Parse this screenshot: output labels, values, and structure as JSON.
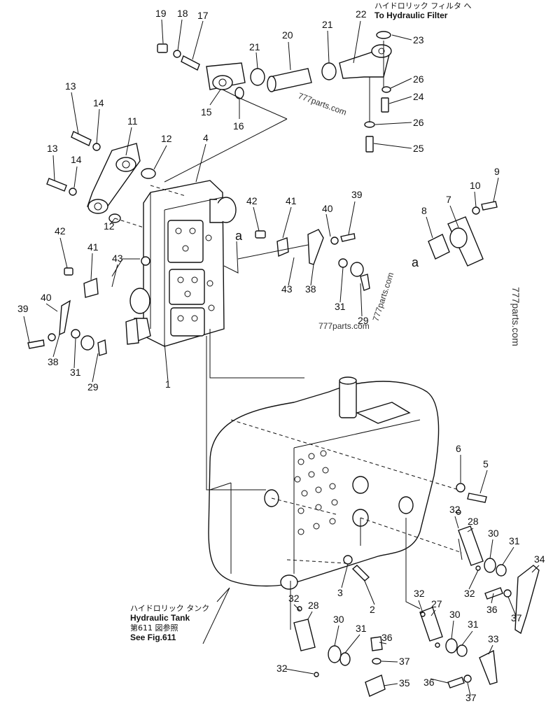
{
  "callouts": [
    {
      "id": "c19",
      "text": "19"
    },
    {
      "id": "c18",
      "text": "18"
    },
    {
      "id": "c17",
      "text": "17"
    },
    {
      "id": "c15",
      "text": "15"
    },
    {
      "id": "c16",
      "text": "16"
    },
    {
      "id": "c21a",
      "text": "21"
    },
    {
      "id": "c20",
      "text": "20"
    },
    {
      "id": "c21b",
      "text": "21"
    },
    {
      "id": "c22",
      "text": "22"
    },
    {
      "id": "c23",
      "text": "23"
    },
    {
      "id": "c26a",
      "text": "26"
    },
    {
      "id": "c24",
      "text": "24"
    },
    {
      "id": "c26b",
      "text": "26"
    },
    {
      "id": "c25",
      "text": "25"
    },
    {
      "id": "c13a",
      "text": "13"
    },
    {
      "id": "c14a",
      "text": "14"
    },
    {
      "id": "c11",
      "text": "11"
    },
    {
      "id": "c12a",
      "text": "12"
    },
    {
      "id": "c4",
      "text": "4"
    },
    {
      "id": "c13b",
      "text": "13"
    },
    {
      "id": "c14b",
      "text": "14"
    },
    {
      "id": "c12b",
      "text": "12"
    },
    {
      "id": "c9",
      "text": "9"
    },
    {
      "id": "c10",
      "text": "10"
    },
    {
      "id": "c7",
      "text": "7"
    },
    {
      "id": "c8",
      "text": "8"
    },
    {
      "id": "ca1",
      "text": "a"
    },
    {
      "id": "ca2",
      "text": "a"
    },
    {
      "id": "c42a",
      "text": "42"
    },
    {
      "id": "c41a",
      "text": "41"
    },
    {
      "id": "c40a",
      "text": "40"
    },
    {
      "id": "c39a",
      "text": "39"
    },
    {
      "id": "c43a",
      "text": "43"
    },
    {
      "id": "c38a",
      "text": "38"
    },
    {
      "id": "c31a",
      "text": "31"
    },
    {
      "id": "c29a",
      "text": "29"
    },
    {
      "id": "c42b",
      "text": "42"
    },
    {
      "id": "c41b",
      "text": "41"
    },
    {
      "id": "c43b",
      "text": "43"
    },
    {
      "id": "c40b",
      "text": "40"
    },
    {
      "id": "c39b",
      "text": "39"
    },
    {
      "id": "c38b",
      "text": "38"
    },
    {
      "id": "c31b",
      "text": "31"
    },
    {
      "id": "c29b",
      "text": "29"
    },
    {
      "id": "c1",
      "text": "1"
    },
    {
      "id": "c6",
      "text": "6"
    },
    {
      "id": "c5",
      "text": "5"
    },
    {
      "id": "c32a",
      "text": "32"
    },
    {
      "id": "c28a",
      "text": "28"
    },
    {
      "id": "c30a",
      "text": "30"
    },
    {
      "id": "c31c",
      "text": "31"
    },
    {
      "id": "c34",
      "text": "34"
    },
    {
      "id": "c32b",
      "text": "32"
    },
    {
      "id": "c36a",
      "text": "36"
    },
    {
      "id": "c37a",
      "text": "37"
    },
    {
      "id": "c3",
      "text": "3"
    },
    {
      "id": "c2",
      "text": "2"
    },
    {
      "id": "c32c",
      "text": "32"
    },
    {
      "id": "c28b",
      "text": "28"
    },
    {
      "id": "c30b",
      "text": "30"
    },
    {
      "id": "c31d",
      "text": "31"
    },
    {
      "id": "c32d",
      "text": "32"
    },
    {
      "id": "c27",
      "text": "27"
    },
    {
      "id": "c30c",
      "text": "30"
    },
    {
      "id": "c31e",
      "text": "31"
    },
    {
      "id": "c33",
      "text": "33"
    },
    {
      "id": "c36b",
      "text": "36"
    },
    {
      "id": "c37b",
      "text": "37"
    },
    {
      "id": "c35",
      "text": "35"
    },
    {
      "id": "c32e",
      "text": "32"
    },
    {
      "id": "c36c",
      "text": "36"
    },
    {
      "id": "c37c",
      "text": "37"
    }
  ],
  "notes": {
    "filter_jp": "ハイドロリック フィルタ へ",
    "filter_en": "To Hydraulic Filter",
    "tank_jp": "ハイドロリック タンク",
    "tank_en": "Hydraulic Tank",
    "tank_fig_jp": "第611 図参照",
    "tank_fig_en": "See Fig.611"
  },
  "watermarks": {
    "wm1": "777parts.com",
    "wm2": "777parts.com",
    "wm3": "777parts.com",
    "wm4": "777parts.com"
  }
}
